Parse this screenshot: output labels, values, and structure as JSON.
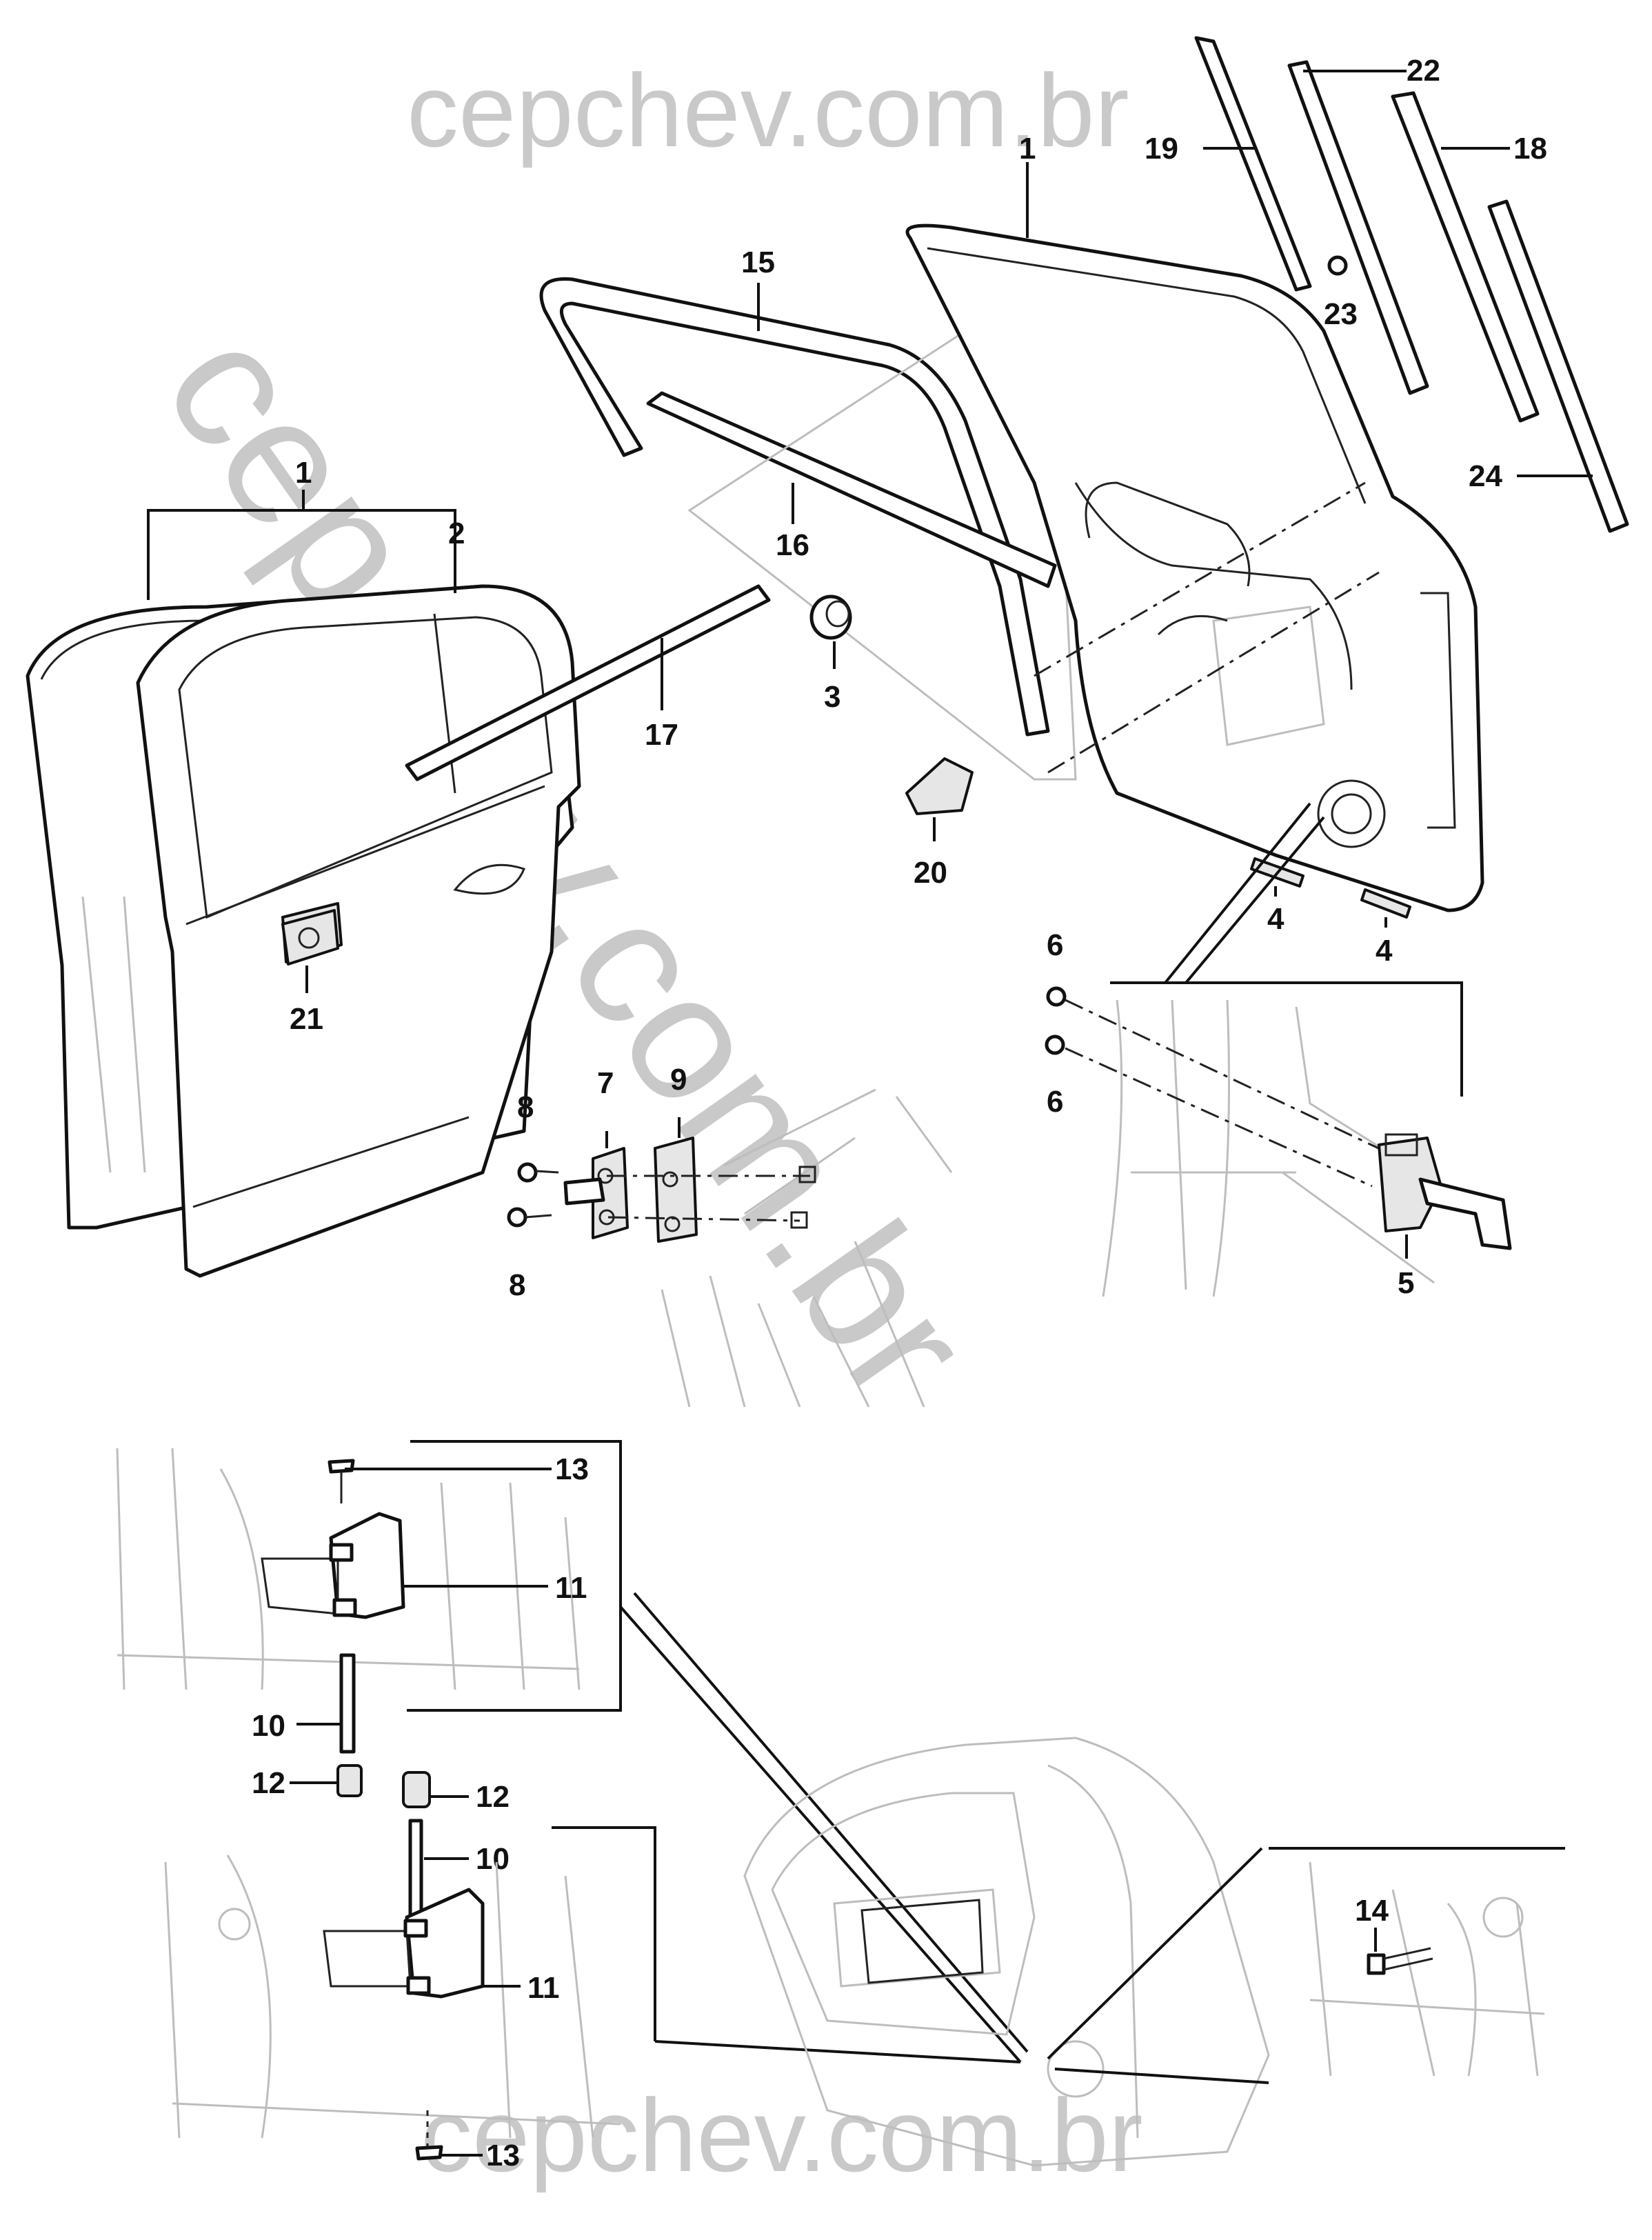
{
  "watermarks": {
    "top": "cepchev.com.br",
    "diagonal": "cepchev.com.br",
    "bottom": "cepchev.com.br"
  },
  "callouts": {
    "c1_left": "1",
    "c2": "2",
    "c1_top": "1",
    "c15": "15",
    "c16": "16",
    "c17": "17",
    "c3": "3",
    "c20": "20",
    "c21": "21",
    "c19": "19",
    "c22": "22",
    "c18": "18",
    "c23": "23",
    "c24": "24",
    "c4a": "4",
    "c4b": "4",
    "c6a": "6",
    "c6b": "6",
    "c5": "5",
    "c7": "7",
    "c9": "9",
    "c8a": "8",
    "c8b": "8",
    "c13a": "13",
    "c11a": "11",
    "c10a": "10",
    "c12a": "12",
    "c12b": "12",
    "c10b": "10",
    "c11b": "11",
    "c13b": "13",
    "c14": "14"
  }
}
